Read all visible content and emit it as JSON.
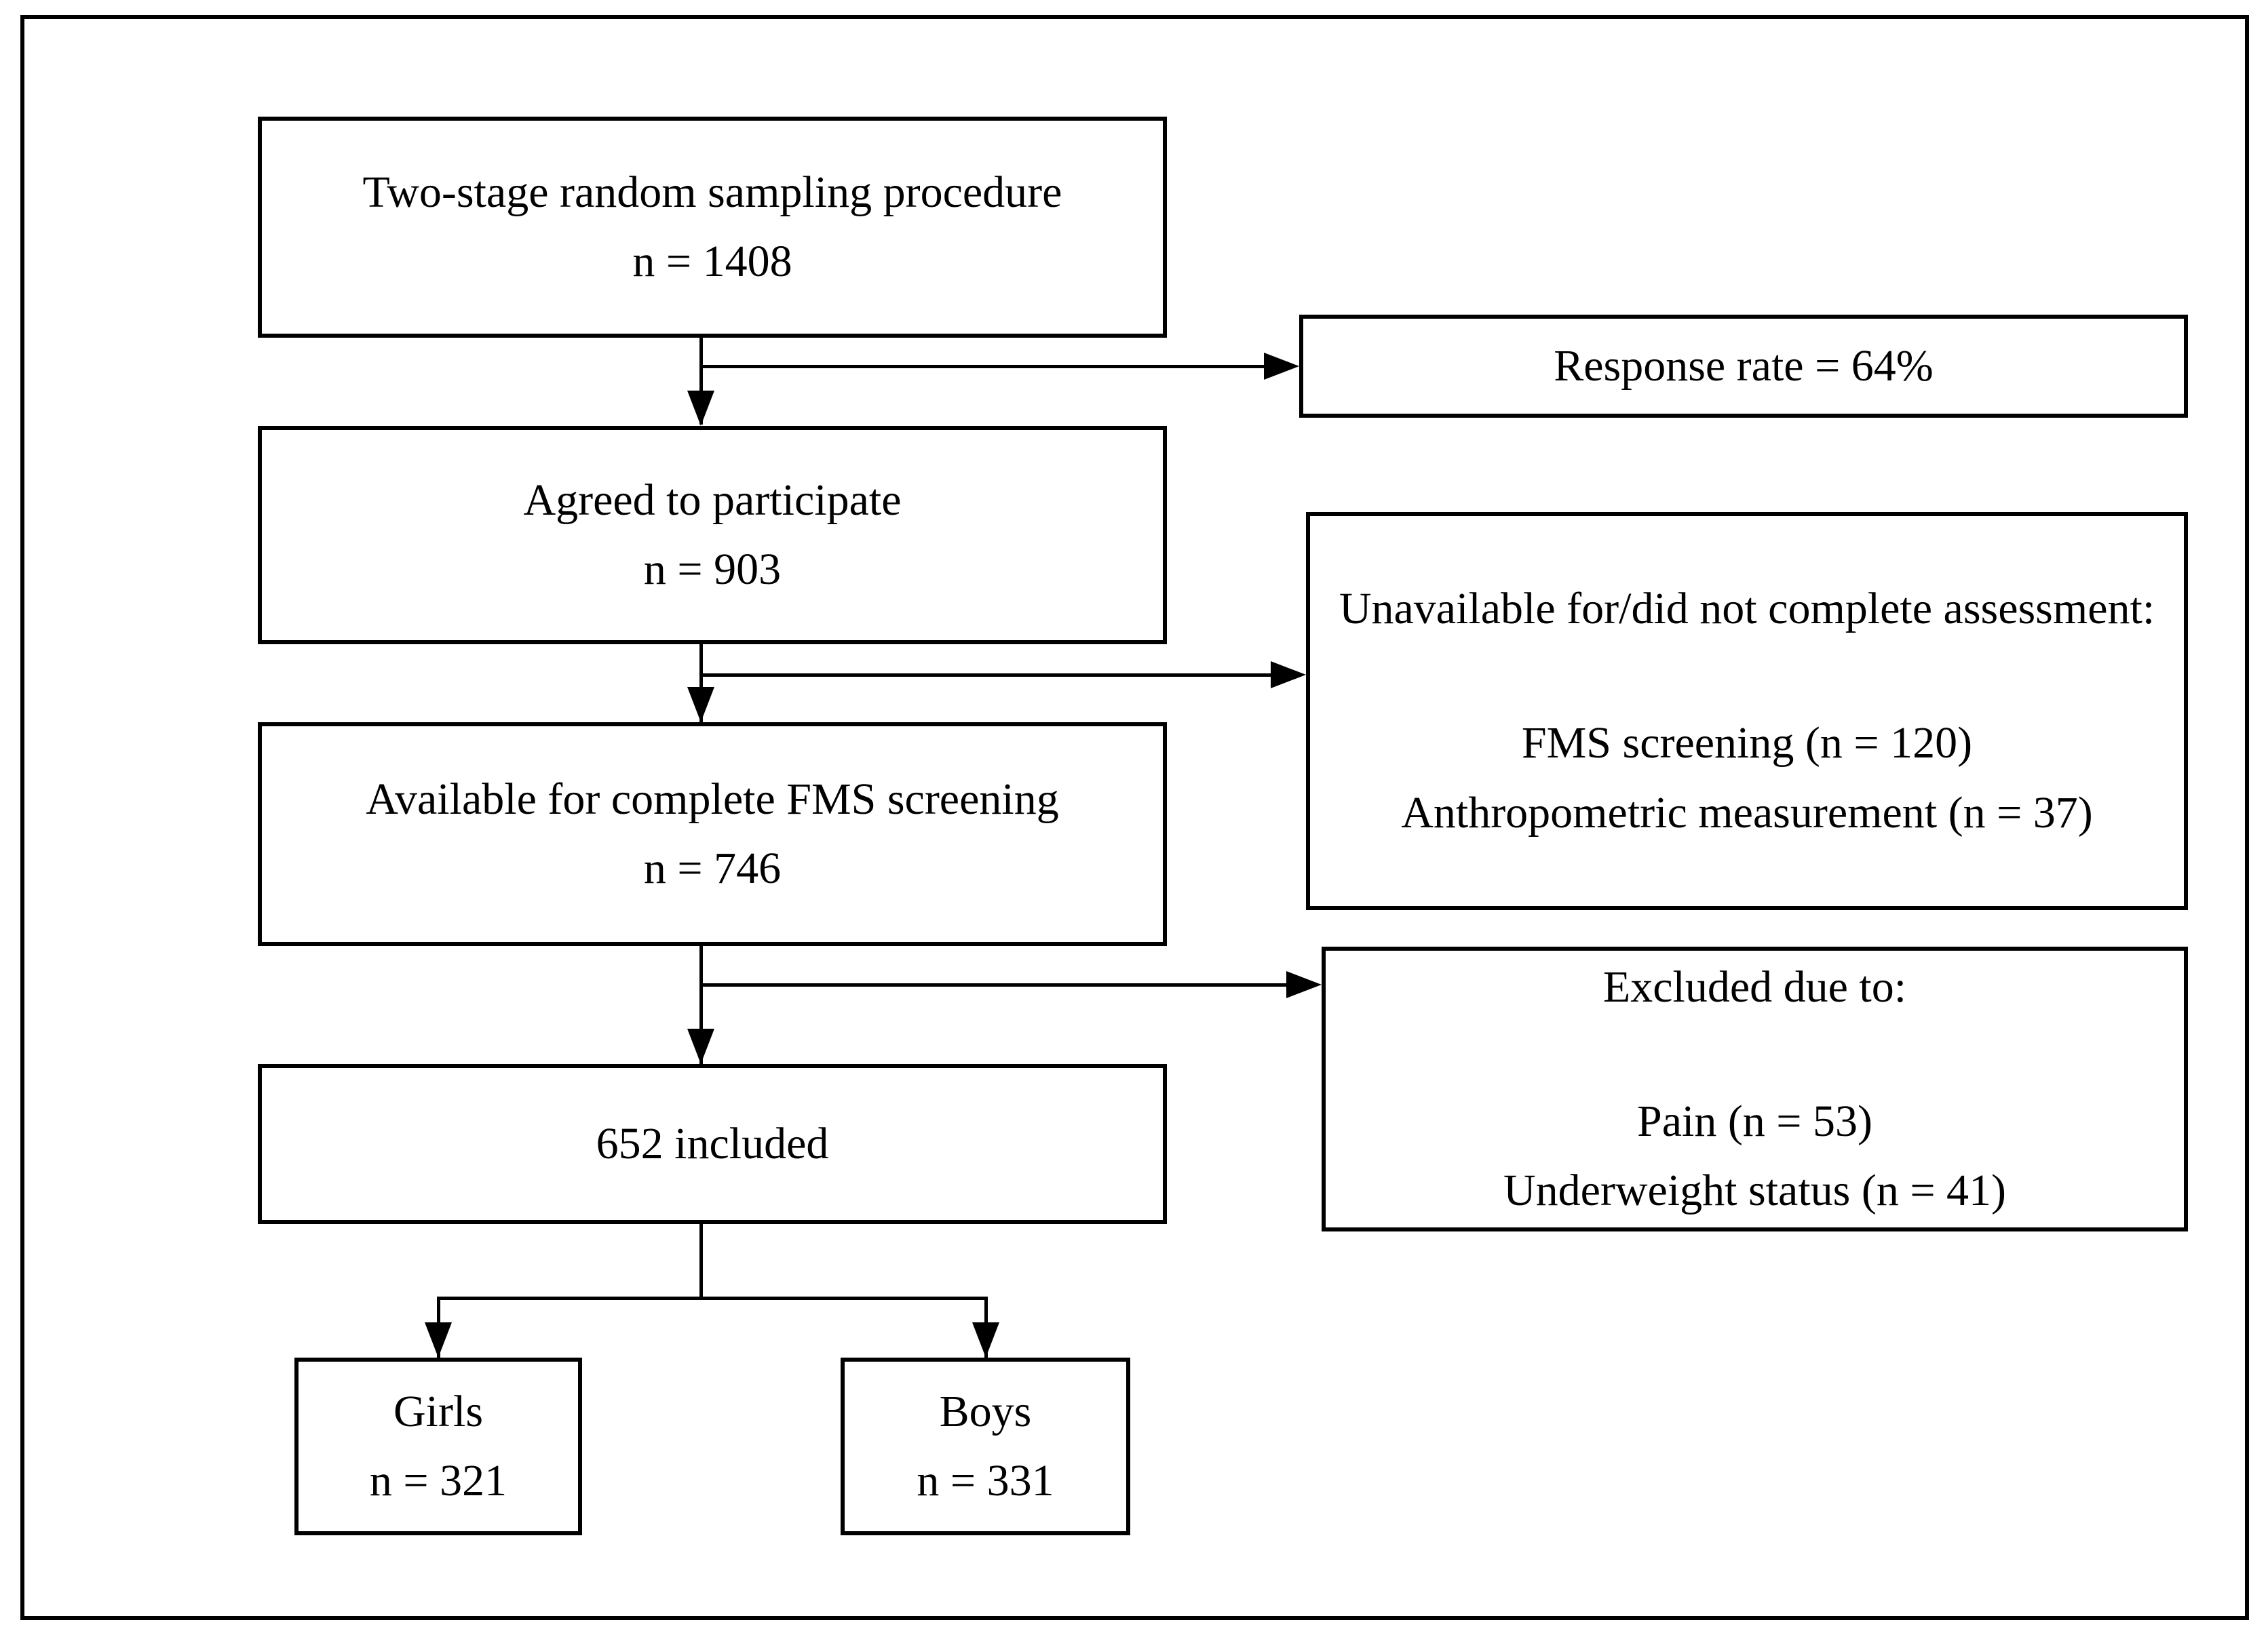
{
  "flowchart": {
    "boxes": {
      "sampling": {
        "text": "Two-stage random sampling procedure",
        "n": "n = 1408"
      },
      "response_rate": {
        "text": "Response rate = 64%"
      },
      "agreed": {
        "text": "Agreed to participate",
        "n": "n = 903"
      },
      "unavailable": {
        "header": "Unavailable for/did not complete assessment:",
        "items": [
          "FMS screening (n = 120)",
          "Anthropometric measurement (n = 37)"
        ]
      },
      "available": {
        "text": "Available for complete FMS screening",
        "n": "n = 746"
      },
      "excluded": {
        "header": "Excluded due to:",
        "items": [
          "Pain (n = 53)",
          "Underweight status (n = 41)"
        ]
      },
      "included": {
        "text": "652 included"
      },
      "girls": {
        "text": "Girls",
        "n": "n = 321"
      },
      "boys": {
        "text": "Boys",
        "n": "n = 331"
      }
    },
    "colors": {
      "border": "#000000",
      "background": "#ffffff",
      "text": "#000000"
    }
  }
}
